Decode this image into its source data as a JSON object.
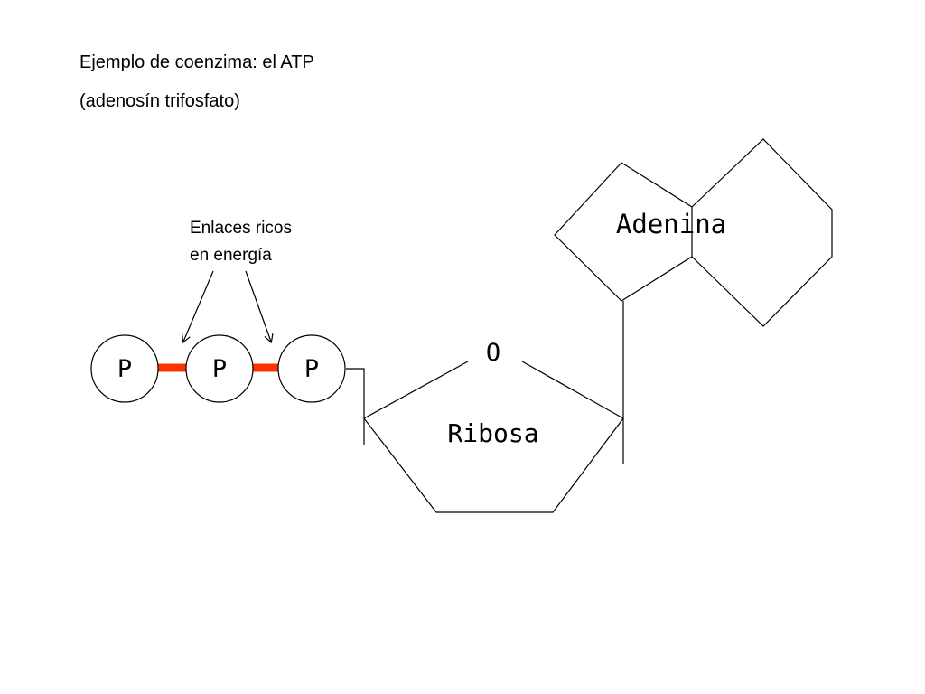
{
  "title": "Ejemplo de coenzima: el ATP",
  "subtitle": "(adenosín trifosfato)",
  "annotation": {
    "line1": "Enlaces ricos",
    "line2": "en energía"
  },
  "phosphates": [
    "P",
    "P",
    "P"
  ],
  "ring_oxygen": "O",
  "sugar_label": "Ribosa",
  "base_label": "Adenina",
  "colors": {
    "high_energy_bond": "#ff3300",
    "lines": "#000000"
  }
}
